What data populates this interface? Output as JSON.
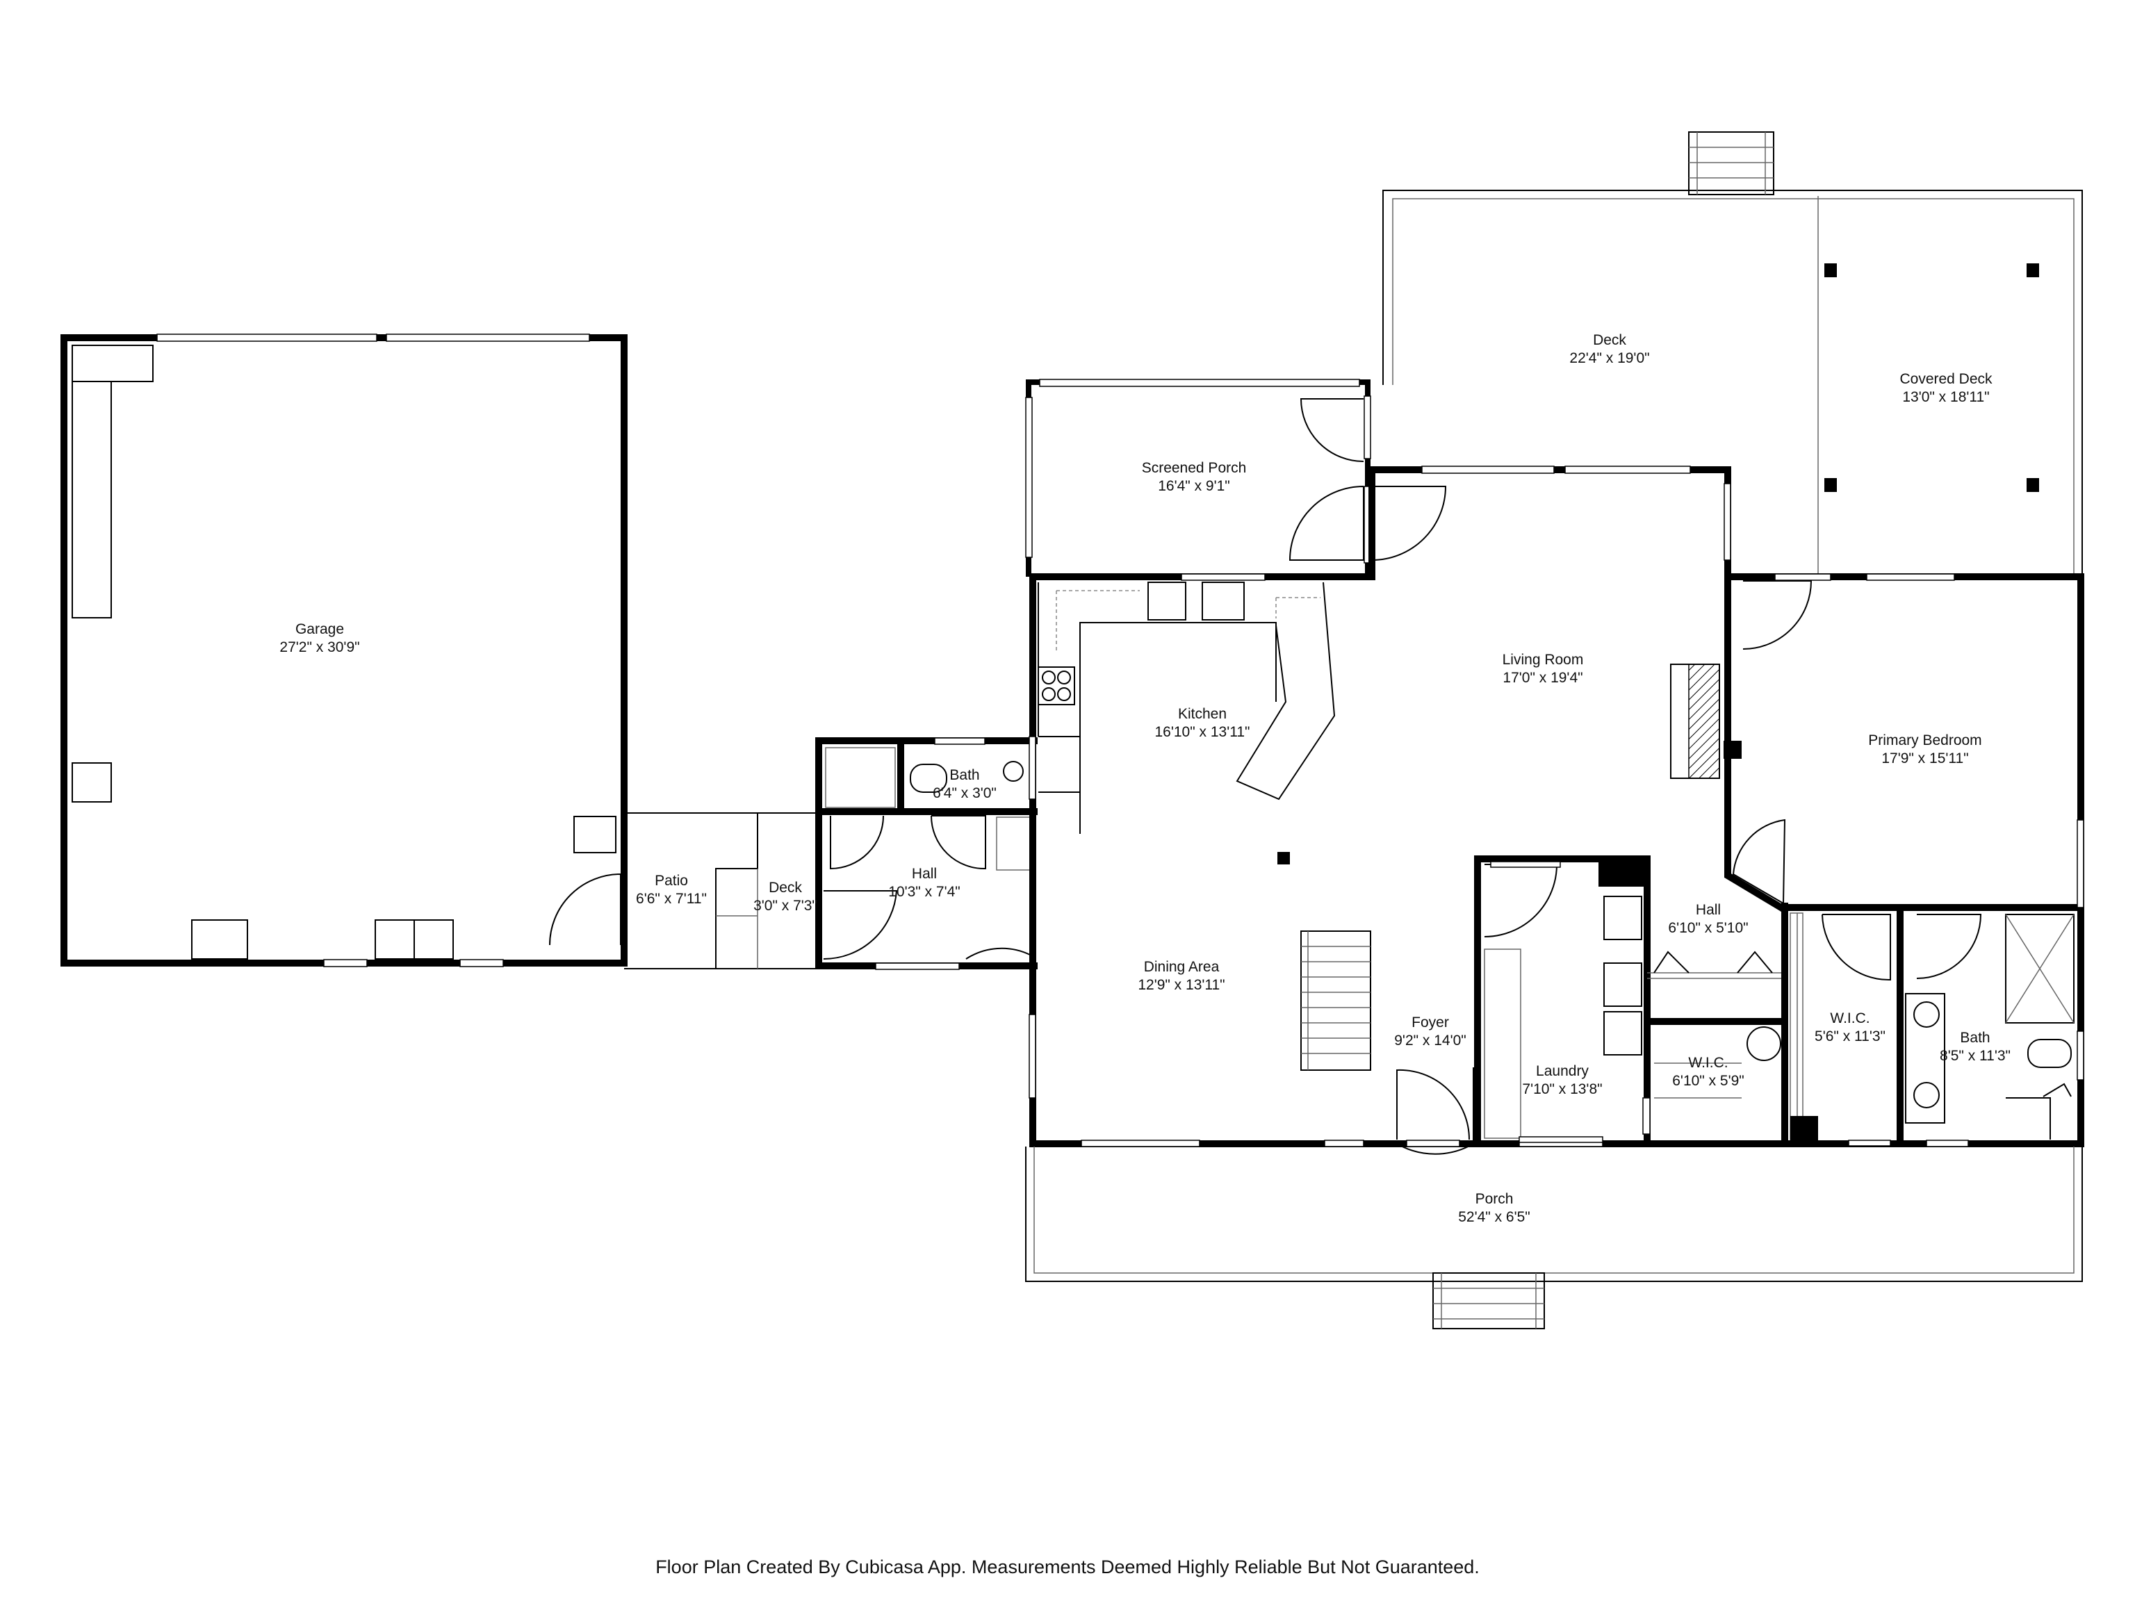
{
  "rooms": {
    "garage": {
      "name": "Garage",
      "size": "27'2\" x 30'9\""
    },
    "patio": {
      "name": "Patio",
      "size": "6'6\" x 7'11\""
    },
    "deck_small": {
      "name": "Deck",
      "size": "3'0\" x 7'3\""
    },
    "hall_west": {
      "name": "Hall",
      "size": "10'3\" x 7'4\""
    },
    "bath_half": {
      "name": "Bath",
      "size": "6'4\" x 3'0\""
    },
    "screened_porch": {
      "name": "Screened Porch",
      "size": "16'4\" x 9'1\""
    },
    "deck": {
      "name": "Deck",
      "size": "22'4\" x 19'0\""
    },
    "covered_deck": {
      "name": "Covered Deck",
      "size": "13'0\" x 18'11\""
    },
    "kitchen": {
      "name": "Kitchen",
      "size": "16'10\" x 13'11\""
    },
    "living_room": {
      "name": "Living Room",
      "size": "17'0\" x 19'4\""
    },
    "primary_bedroom": {
      "name": "Primary Bedroom",
      "size": "17'9\" x 15'11\""
    },
    "dining_area": {
      "name": "Dining Area",
      "size": "12'9\" x 13'11\""
    },
    "foyer": {
      "name": "Foyer",
      "size": "9'2\" x 14'0\""
    },
    "laundry": {
      "name": "Laundry",
      "size": "7'10\" x 13'8\""
    },
    "hall_east": {
      "name": "Hall",
      "size": "6'10\" x 5'10\""
    },
    "wic_hall": {
      "name": "W.I.C.",
      "size": "6'10\" x 5'9\""
    },
    "wic_primary": {
      "name": "W.I.C.",
      "size": "5'6\" x 11'3\""
    },
    "bath_primary": {
      "name": "Bath",
      "size": "8'5\" x 11'3\""
    },
    "porch": {
      "name": "Porch",
      "size": "52'4\" x 6'5\""
    }
  },
  "footer": {
    "disclaimer": "Floor Plan Created By Cubicasa App. Measurements Deemed Highly Reliable But Not Guaranteed."
  }
}
